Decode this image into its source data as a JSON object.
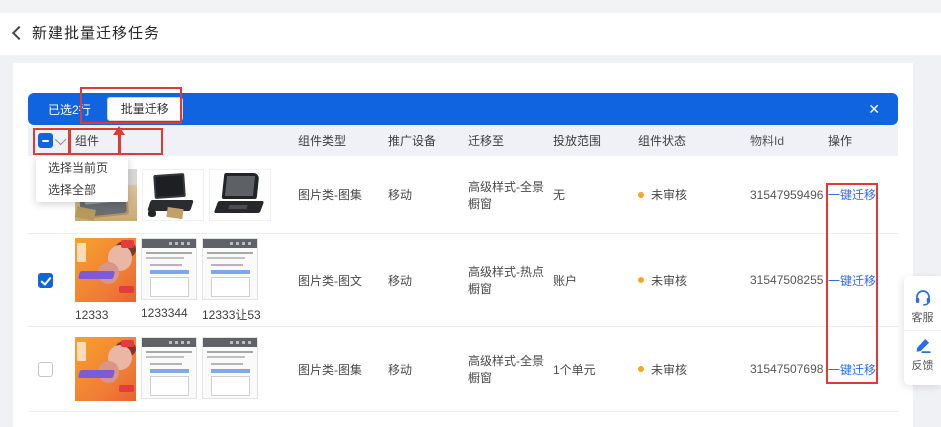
{
  "page": {
    "title": "新建批量迁移任务"
  },
  "toolbar": {
    "selected_text": "已选2行",
    "migrate_button_label": "批量迁移",
    "close_icon": "✕"
  },
  "select_dropdown": {
    "items": [
      {
        "label": "选择当前页"
      },
      {
        "label": "选择全部"
      }
    ]
  },
  "table": {
    "headers": {
      "component": "组件",
      "type": "组件类型",
      "device": "推广设备",
      "migrate_to": "迁移至",
      "scope": "投放范围",
      "status": "组件状态",
      "material_id": "物料Id",
      "action": "操作"
    },
    "rows": [
      {
        "checked": true,
        "type": "图片类-图集",
        "device": "移动",
        "migrate_to": "高级样式-全景橱窗",
        "scope": "无",
        "status": "未审核",
        "material_id": "31547959496",
        "action": "一键迁移",
        "labels": [
          "",
          "",
          ""
        ]
      },
      {
        "checked": true,
        "type": "图片类-图文",
        "device": "移动",
        "migrate_to": "高级样式-热点橱窗",
        "scope": "账户",
        "status": "未审核",
        "material_id": "31547508255",
        "action": "一键迁移",
        "labels": [
          "12333",
          "1233344",
          "12333让53"
        ]
      },
      {
        "checked": false,
        "type": "图片类-图集",
        "device": "移动",
        "migrate_to": "高级样式-全景橱窗",
        "scope": "1个单元",
        "status": "未审核",
        "material_id": "31547507698",
        "action": "一键迁移",
        "labels": [
          "",
          "",
          ""
        ]
      }
    ]
  },
  "side_widget": {
    "items": [
      {
        "icon": "headset-icon",
        "label": "客服"
      },
      {
        "icon": "pen-icon",
        "label": "反馈"
      }
    ]
  },
  "colors": {
    "primary_blue": "#1164df",
    "link_blue": "#2e6ce5",
    "status_orange": "#f5a623",
    "annotation_red": "#dd3c36",
    "header_bg": "#eff1f6"
  }
}
